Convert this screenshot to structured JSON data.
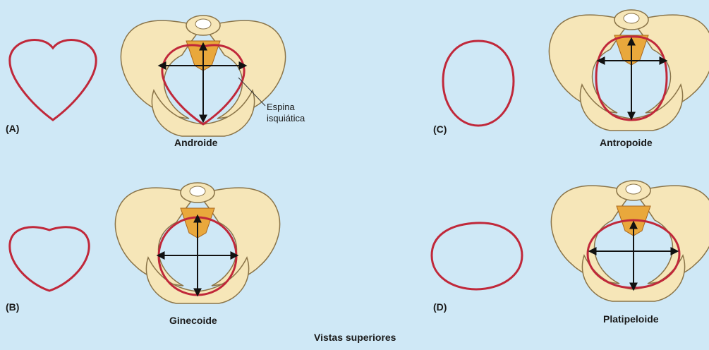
{
  "panels": [
    {
      "letter": "(A)",
      "name": "Androide"
    },
    {
      "letter": "(B)",
      "name": "Ginecoide"
    },
    {
      "letter": "(C)",
      "name": "Antropoide"
    },
    {
      "letter": "(D)",
      "name": "Platipeloide"
    }
  ],
  "callout": {
    "line1": "Espina",
    "line2": "isquiática"
  },
  "footer": "Vistas superiores",
  "colors": {
    "background": "#cfe8f6",
    "bone": "#f6e6b8",
    "bone_stroke": "#8a7448",
    "inlet": "#c0283a",
    "sacrum": "#e9a83c"
  }
}
